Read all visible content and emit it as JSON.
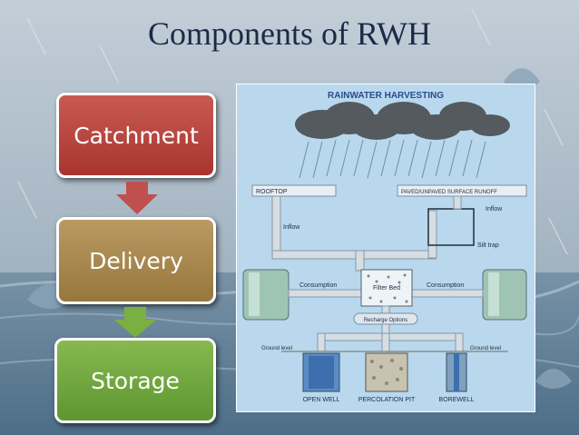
{
  "title": "Components of RWH",
  "flow": [
    {
      "label": "Catchment",
      "color": "#b4443d"
    },
    {
      "label": "Delivery",
      "color": "#a8864d"
    },
    {
      "label": "Storage",
      "color": "#70a73e"
    }
  ],
  "arrow_colors": [
    "#c0504d",
    "#79b041"
  ],
  "diagram": {
    "title": "RAINWATER HARVESTING",
    "rooftop": "ROOFTOP",
    "paved": "PAVED/UNPAVED SURFACE RUNOFF",
    "inflow_left": "Inflow",
    "inflow_right": "Inflow",
    "silt_trap": "Silt trap",
    "filter_bed": "Filter Bed",
    "consumption_left": "Consumption",
    "consumption_right": "Consumption",
    "recharge": "Recharge Options",
    "ground_left": "Ground level",
    "ground_right": "Ground level",
    "open_well": "OPEN WELL",
    "percolation_pit": "PERCOLATION PIT",
    "borewell": "BOREWELL"
  }
}
